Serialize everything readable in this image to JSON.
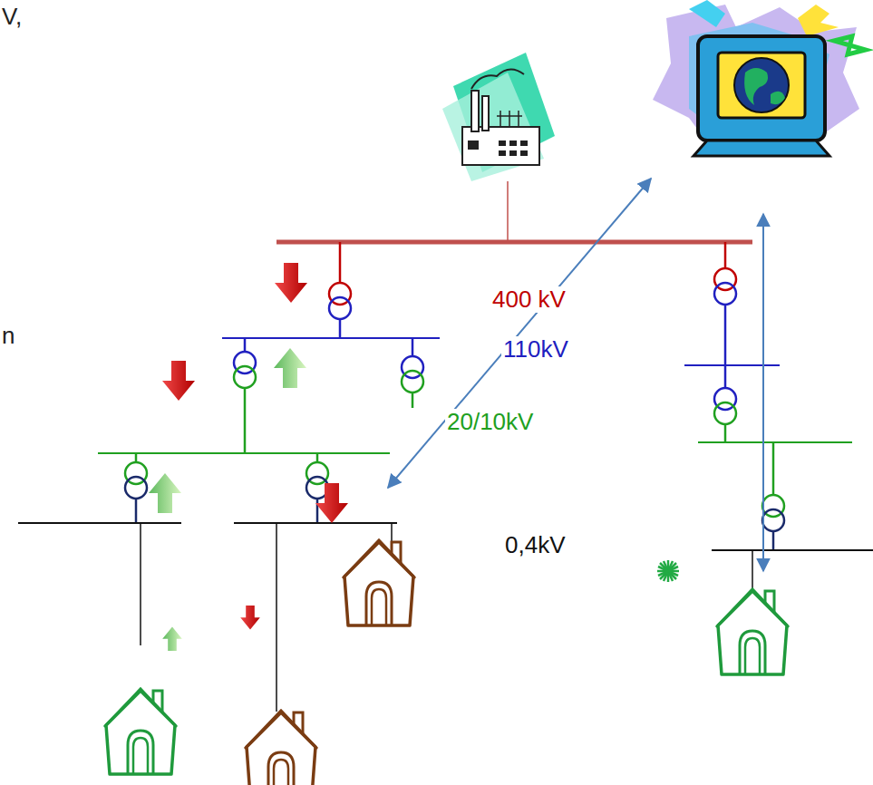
{
  "diagram": {
    "labels": [
      "V,",
      "n",
      "400 kV",
      "110kV",
      "20/10kV",
      "0,4kV"
    ]
  }
}
